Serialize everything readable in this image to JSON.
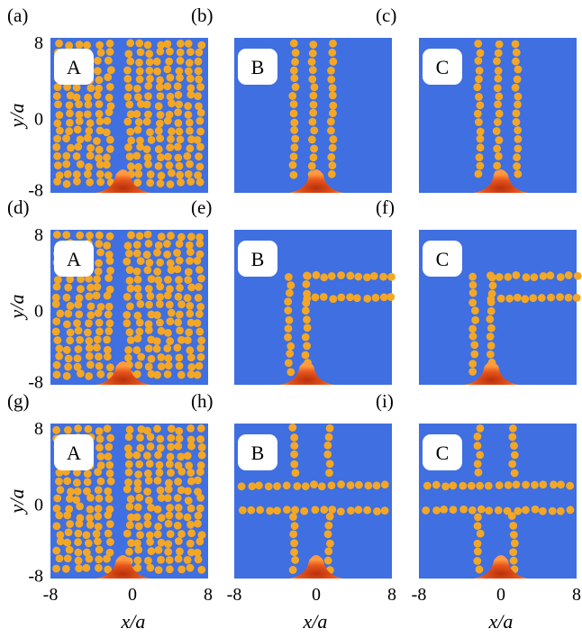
{
  "colors": {
    "background": "#3f6fe0",
    "particle": "#f4a724",
    "badge": "#ffffff",
    "peak_dark": "#c23a10",
    "peak_light": "#ff8a3a"
  },
  "axis": {
    "ylabel": "y/a",
    "xlabel": "x/a",
    "yticks": [
      "8",
      "0",
      "-8"
    ],
    "xticks": [
      "-8",
      "0",
      "8"
    ]
  },
  "panels": [
    {
      "label": "(a)",
      "badge": "A",
      "pattern": "full"
    },
    {
      "label": "(b)",
      "badge": "B",
      "pattern": "vertical"
    },
    {
      "label": "(c)",
      "badge": "C",
      "pattern": "vertical"
    },
    {
      "label": "(d)",
      "badge": "A",
      "pattern": "full"
    },
    {
      "label": "(e)",
      "badge": "B",
      "pattern": "ell"
    },
    {
      "label": "(f)",
      "badge": "C",
      "pattern": "ell"
    },
    {
      "label": "(g)",
      "badge": "A",
      "pattern": "full"
    },
    {
      "label": "(h)",
      "badge": "B",
      "pattern": "cross"
    },
    {
      "label": "(i)",
      "badge": "C",
      "pattern": "cross"
    }
  ]
}
